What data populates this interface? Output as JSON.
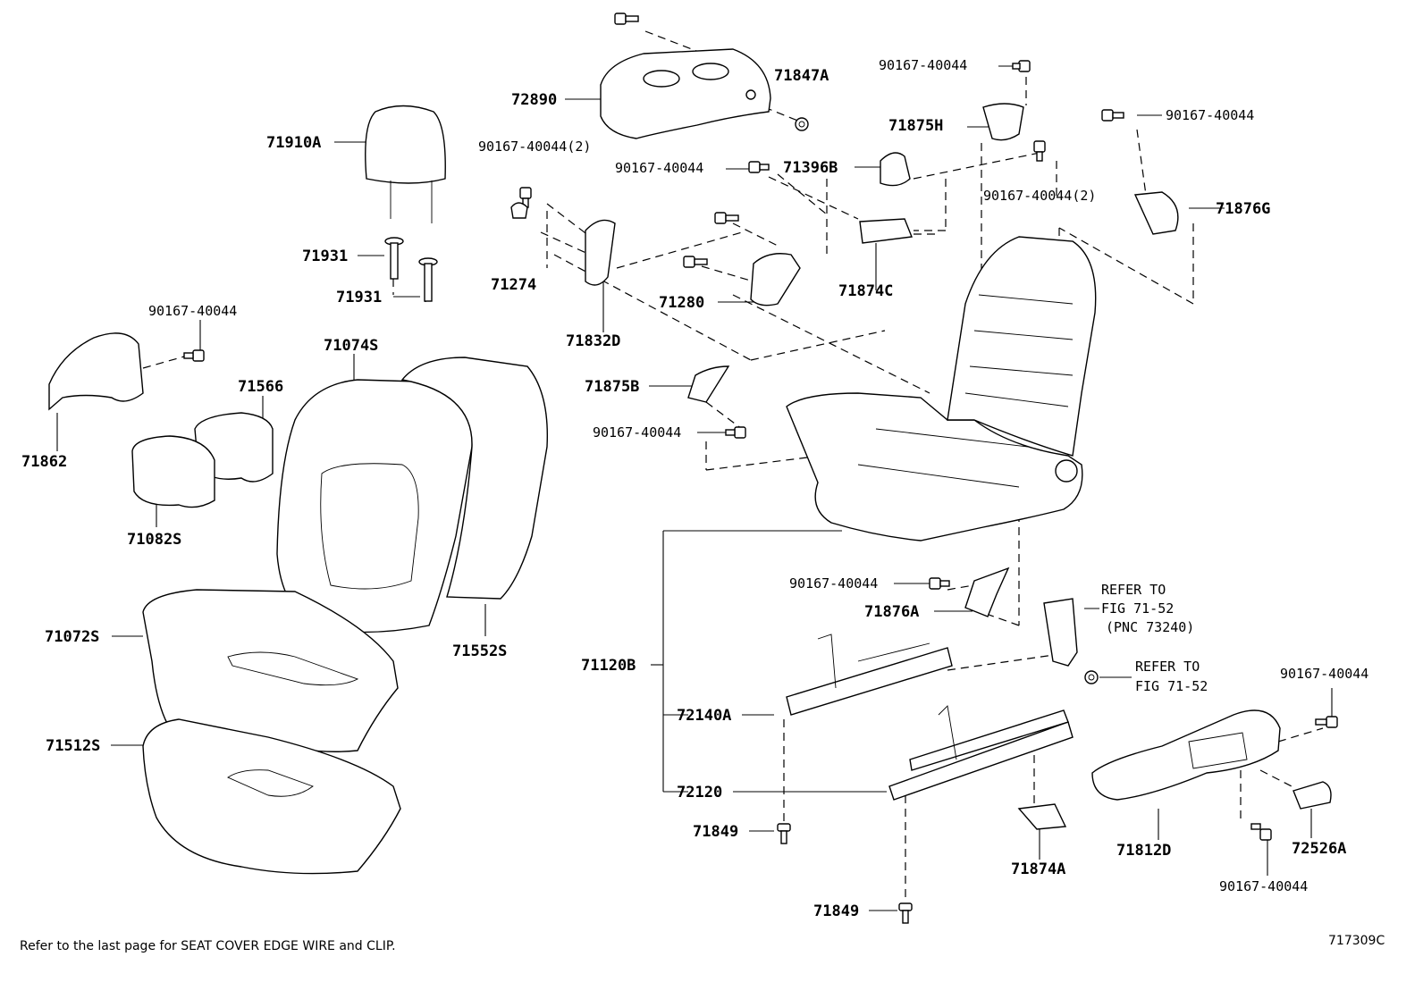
{
  "labels": {
    "p72890": "72890",
    "p71847A": "71847A",
    "p90167_top": "90167-40044",
    "p71875H": "71875H",
    "p90167_right": "90167-40044",
    "p71910A": "71910A",
    "p90167_2a": "90167-40044(2)",
    "p90167_mid": "90167-40044",
    "p71396B": "71396B",
    "p90167_2b": "90167-40044(2)",
    "p71876G": "71876G",
    "p71931a": "71931",
    "p71931b": "71931",
    "p71274": "71274",
    "p71280": "71280",
    "p71874C": "71874C",
    "p90167_left": "90167-40044",
    "p71074S": "71074S",
    "p71832D": "71832D",
    "p71566": "71566",
    "p71875B": "71875B",
    "p90167_875b": "90167-40044",
    "p71862": "71862",
    "p71082S": "71082S",
    "p90167_876a": "90167-40044",
    "p71876A": "71876A",
    "refer1_line1": "REFER TO",
    "refer1_line2": "FIG 71-52",
    "refer1_line3": "(PNC 73240)",
    "p71072S": "71072S",
    "p71552S": "71552S",
    "p71120B": "71120B",
    "refer2_line1": "REFER TO",
    "refer2_line2": "FIG 71-52",
    "p90167_812": "90167-40044",
    "p72140A": "72140A",
    "p71512S": "71512S",
    "p72120": "72120",
    "p71849a": "71849",
    "p71812D": "71812D",
    "p72526A": "72526A",
    "p71874A": "71874A",
    "p90167_bottom": "90167-40044",
    "p71849b": "71849"
  },
  "footer": {
    "note": "Refer to the last page for SEAT COVER EDGE WIRE and CLIP.",
    "figure_id": "717309C"
  }
}
